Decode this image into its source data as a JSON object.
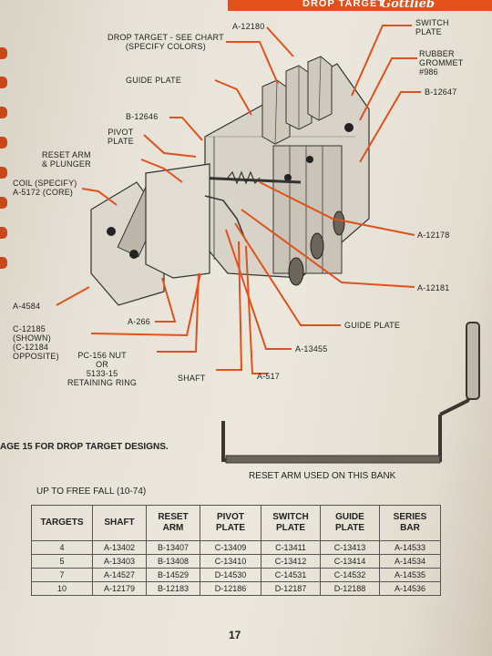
{
  "header": {
    "label": "DROP TARGET",
    "logo": "Gottlieb"
  },
  "colors": {
    "accent": "#e2511b",
    "ink": "#222222",
    "paper": "#e8e3d8"
  },
  "callouts": {
    "drop_target": [
      "DROP TARGET - SEE CHART",
      "(SPECIFY COLORS)"
    ],
    "a_12180": "A-12180",
    "switch_plate": [
      "SWITCH",
      "PLATE"
    ],
    "rubber_grommet": [
      "RUBBER",
      "GROMMET",
      "#986"
    ],
    "b_12647": "B-12647",
    "guide_plate_top": "GUIDE PLATE",
    "b_12646": "B-12646",
    "pivot_plate": [
      "PIVOT",
      "PLATE"
    ],
    "reset_arm": [
      "RESET ARM",
      "& PLUNGER"
    ],
    "coil": [
      "COIL (SPECIFY)",
      "A-5172 (CORE)"
    ],
    "a_12178": "A-12178",
    "a_12181": "A-12181",
    "a_4584": "A-4584",
    "c_12185": [
      "C-12185",
      "(SHOWN)",
      "(C-12184",
      "OPPOSITE)"
    ],
    "a_266": "A-266",
    "guide_plate_bottom": "GUIDE PLATE",
    "a_13455": "A-13455",
    "pc_156": [
      "PC-156 NUT",
      "OR",
      "5133-15",
      "RETAINING RING"
    ],
    "shaft": "SHAFT",
    "a_517": "A-517"
  },
  "section_ref": "AGE 15 FOR DROP TARGET DESIGNS.",
  "reset_arm_caption": "RESET ARM USED ON THIS BANK",
  "table": {
    "title": "UP TO FREE FALL (10-74)",
    "headers": [
      [
        "TARGETS"
      ],
      [
        "SHAFT"
      ],
      [
        "RESET",
        "ARM"
      ],
      [
        "PIVOT",
        "PLATE"
      ],
      [
        "SWITCH",
        "PLATE"
      ],
      [
        "GUIDE",
        "PLATE"
      ],
      [
        "SERIES",
        "BAR"
      ]
    ],
    "rows": [
      [
        "4",
        "A-13402",
        "B-13407",
        "C-13409",
        "C-13411",
        "C-13413",
        "A-14533"
      ],
      [
        "5",
        "A-13403",
        "B-13408",
        "C-13410",
        "C-13412",
        "C-13414",
        "A-14534"
      ],
      [
        "7",
        "A-14527",
        "B-14529",
        "D-14530",
        "C-14531",
        "C-14532",
        "A-14535"
      ],
      [
        "10",
        "A-12179",
        "B-12183",
        "D-12186",
        "D-12187",
        "D-12188",
        "A-14536"
      ]
    ]
  },
  "page_number": "17"
}
